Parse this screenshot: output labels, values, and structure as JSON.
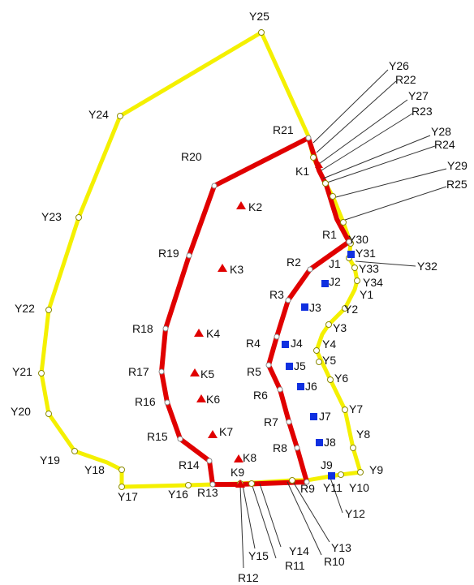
{
  "colors": {
    "yellow_line": "#f4f000",
    "red_line": "#e00000",
    "red_marker": "#e00000",
    "blue_marker": "#1030e0",
    "leader": "#333333",
    "point_stroke": "#8a8a00"
  },
  "yellow_points": {
    "y1": "Y1",
    "y2": "Y2",
    "y3": "Y3",
    "y4": "Y4",
    "y5": "Y5",
    "y6": "Y6",
    "y7": "Y7",
    "y8": "Y8",
    "y9": "Y9",
    "y10": "Y10",
    "y11": "Y11",
    "y12": "Y12",
    "y13": "Y13",
    "y14": "Y14",
    "y15": "Y15",
    "y16": "Y16",
    "y17": "Y17",
    "y18": "Y18",
    "y19": "Y19",
    "y20": "Y20",
    "y21": "Y21",
    "y22": "Y22",
    "y23": "Y23",
    "y24": "Y24",
    "y25": "Y25",
    "y26": "Y26",
    "y27": "Y27",
    "y28": "Y28",
    "y29": "Y29",
    "y30": "Y30",
    "y31": "Y31",
    "y32": "Y32",
    "y33": "Y33",
    "y34": "Y34"
  },
  "red_points": {
    "r1": "R1",
    "r2": "R2",
    "r3": "R3",
    "r4": "R4",
    "r5": "R5",
    "r6": "R6",
    "r7": "R7",
    "r8": "R8",
    "r9": "R9",
    "r10": "R10",
    "r11": "R11",
    "r12": "R12",
    "r13": "R13",
    "r14": "R14",
    "r15": "R15",
    "r16": "R16",
    "r17": "R17",
    "r18": "R18",
    "r19": "R19",
    "r20": "R20",
    "r21": "R21",
    "r22": "R22",
    "r23": "R23",
    "r24": "R24",
    "r25": "R25"
  },
  "k_markers": {
    "k1": "K1",
    "k2": "K2",
    "k3": "K3",
    "k4": "K4",
    "k5": "K5",
    "k6": "K6",
    "k7": "K7",
    "k8": "K8",
    "k9": "K9"
  },
  "j_markers": {
    "j1": "J1",
    "j2": "J2",
    "j3": "J3",
    "j4": "J4",
    "j5": "J5",
    "j6": "J6",
    "j7": "J7",
    "j8": "J8",
    "j9": "J9"
  }
}
